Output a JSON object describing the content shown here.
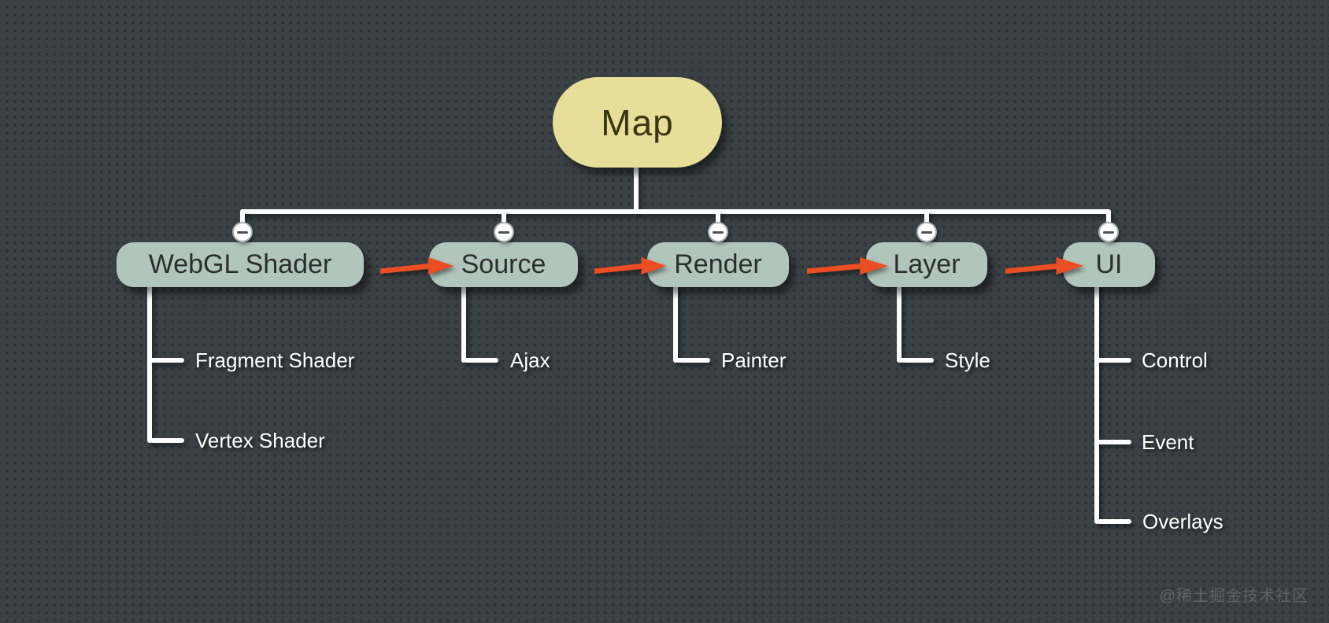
{
  "mindmap": {
    "root": {
      "label": "Map"
    },
    "branches": [
      {
        "label": "WebGL Shader",
        "children": [
          {
            "label": "Fragment Shader"
          },
          {
            "label": "Vertex Shader"
          }
        ]
      },
      {
        "label": "Source",
        "children": [
          {
            "label": "Ajax"
          }
        ]
      },
      {
        "label": "Render",
        "children": [
          {
            "label": "Painter"
          }
        ]
      },
      {
        "label": "Layer",
        "children": [
          {
            "label": "Style"
          }
        ]
      },
      {
        "label": "UI",
        "children": [
          {
            "label": "Control"
          },
          {
            "label": "Event"
          },
          {
            "label": "Overlays"
          }
        ]
      }
    ],
    "flow_arrows": [
      {
        "from": "WebGL Shader",
        "to": "Source"
      },
      {
        "from": "Source",
        "to": "Render"
      },
      {
        "from": "Render",
        "to": "Layer"
      },
      {
        "from": "Layer",
        "to": "UI"
      }
    ],
    "collapse_icon_glyph": "minus-icon",
    "colors": {
      "background": "#3a4144",
      "background_dots": "#2d3335",
      "root_fill": "#e7df99",
      "root_text": "#3a3513",
      "branch_fill": "#b2c5bc",
      "branch_text": "#2a2e2d",
      "leaf_text": "#ffffff",
      "connector": "#fdfdfd",
      "arrow": "#ea4e22"
    }
  },
  "watermark": {
    "text": "@稀土掘金技术社区"
  }
}
